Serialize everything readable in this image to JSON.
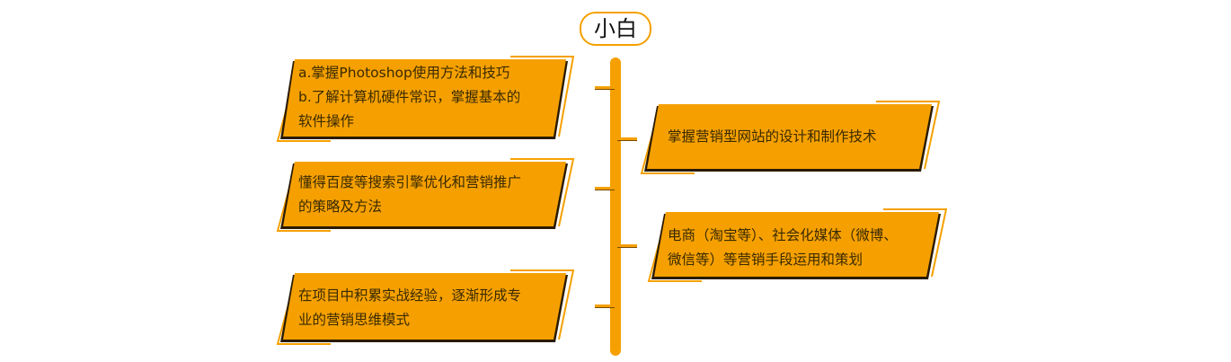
{
  "title": "小白",
  "colors": {
    "accent": "#f5a000",
    "shadow": "#2a1a00",
    "text": "#3a2a00"
  },
  "left_cards": [
    {
      "lines": [
        "a.掌握Photoshop使用方法和技巧",
        "b.了解计算机硬件常识，掌握基本的",
        "软件操作"
      ]
    },
    {
      "lines": [
        "懂得百度等搜索引擎优化和营销推广",
        "的策略及方法"
      ]
    },
    {
      "lines": [
        "在项目中积累实战经验，逐渐形成专",
        "业的营销思维模式"
      ]
    }
  ],
  "right_cards": [
    {
      "lines": [
        "掌握营销型网站的设计和制作技术"
      ]
    },
    {
      "lines": [
        "电商（淘宝等）、社会化媒体（微博、",
        "微信等）等营销手段运用和策划"
      ]
    }
  ]
}
